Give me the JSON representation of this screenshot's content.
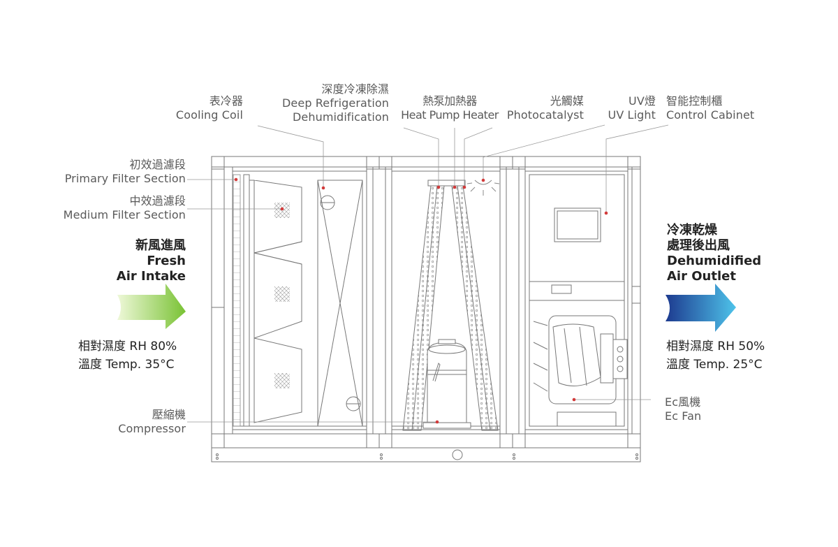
{
  "colors": {
    "leader": "#d23a3a",
    "frame": "#7a7a7a",
    "inlet_arrow_start": "#e9f6c9",
    "inlet_arrow_end": "#7dc33a",
    "outlet_arrow_start": "#1f3f93",
    "outlet_arrow_end": "#49bde6"
  },
  "labels": {
    "cooling_coil": {
      "zh": "表冷器",
      "en": "Cooling Coil"
    },
    "deep_refrigeration": {
      "zh": "深度冷凍除濕",
      "en1": "Deep Refrigeration",
      "en2": "Dehumidification"
    },
    "heat_pump": {
      "zh": "熱泵加熱器",
      "en": "Heat Pump Heater"
    },
    "photocatalyst": {
      "zh": "光觸媒",
      "en": "Photocatalyst"
    },
    "uv_light": {
      "zh": "UV燈",
      "en": "UV Light"
    },
    "control_cabinet": {
      "zh": "智能控制櫃",
      "en": "Control Cabinet"
    },
    "primary_filter": {
      "zh": "初效過濾段",
      "en": "Primary Filter Section"
    },
    "medium_filter": {
      "zh": "中效過濾段",
      "en": "Medium Filter Section"
    },
    "compressor": {
      "zh": "壓縮機",
      "en": "Compressor"
    },
    "ec_fan": {
      "zh": "Ec風機",
      "en": "Ec Fan"
    }
  },
  "inlet": {
    "zh": "新風進風",
    "en1": "Fresh",
    "en2": "Air Intake",
    "humidity": "相對濕度 RH 80%",
    "temperature": "溫度 Temp. 35°C"
  },
  "outlet": {
    "zh1": "冷凍乾燥",
    "zh2": "處理後出風",
    "en1": "Dehumidified",
    "en2": "Air Outlet",
    "humidity": "相對濕度 RH 50%",
    "temperature": "溫度 Temp. 25°C"
  }
}
